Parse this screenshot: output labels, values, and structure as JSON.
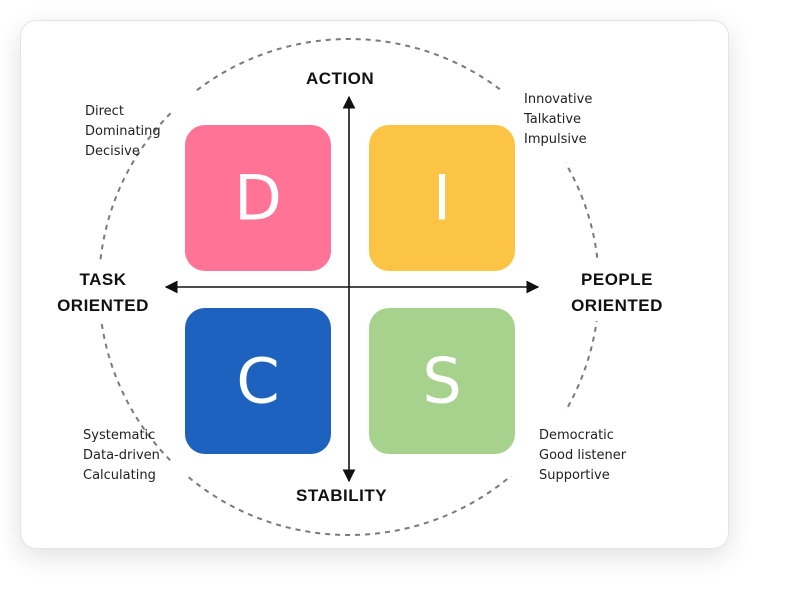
{
  "axes": {
    "top": "ACTION",
    "bottom": "STABILITY",
    "left": [
      "TASK",
      "ORIENTED"
    ],
    "right": [
      "PEOPLE",
      "ORIENTED"
    ]
  },
  "quadrants": [
    {
      "letter": "D",
      "color": "#FF7396"
    },
    {
      "letter": "I",
      "color": "#FBC444"
    },
    {
      "letter": "C",
      "color": "#1E62BF"
    },
    {
      "letter": "S",
      "color": "#A7D28E"
    }
  ],
  "traits": {
    "D": [
      "Direct",
      "Dominating",
      "Decisive"
    ],
    "I": [
      "Innovative",
      "Talkative",
      "Impulsive"
    ],
    "C": [
      "Systematic",
      "Data-driven",
      "Calculating"
    ],
    "S": [
      "Democratic",
      "Good listener",
      "Supportive"
    ]
  },
  "colors": {
    "axis": "#111111",
    "circle_dash": "#7a7a7a"
  }
}
